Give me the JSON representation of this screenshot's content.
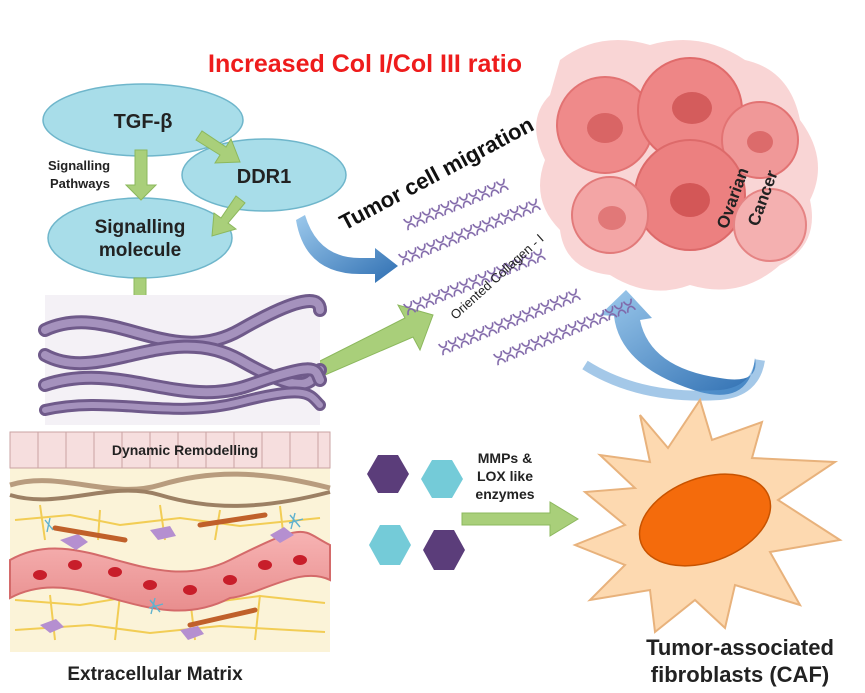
{
  "title": "Increased Col I/Col III ratio",
  "nodes": {
    "tgf": "TGF-β",
    "ddr1": "DDR1",
    "signalling_molecule_line1": "Signalling",
    "signalling_molecule_line2": "molecule"
  },
  "labels": {
    "signalling_pathways_line1": "Signalling",
    "signalling_pathways_line2": "Pathways",
    "tumor_cell_migration": "Tumor cell migration",
    "oriented_collagen": "Oriented Collagen - I",
    "ovarian_line1": "Ovarian",
    "ovarian_line2": "Cancer",
    "dynamic_remodelling": "Dynamic Remodelling",
    "enzymes_line1": "MMPs &",
    "enzymes_line2": "LOX like",
    "enzymes_line3": "enzymes",
    "ecm": "Extracellular Matrix",
    "caf_line1": "Tumor-associated",
    "caf_line2": "fibroblasts (CAF)"
  },
  "colors": {
    "title": "#ee1c1c",
    "node_fill": "#a8dde9",
    "node_stroke": "#6fb6cb",
    "arrow_green": "#a9cf7a",
    "arrow_blue": "#5a9bd5",
    "collagen": "#8a6db0",
    "cancer": "#ef8a8a",
    "caf_body": "#fdd9b0",
    "caf_nucleus": "#f46b0c",
    "hex_purple": "#5b3d7a",
    "hex_cyan": "#74cbd8"
  }
}
